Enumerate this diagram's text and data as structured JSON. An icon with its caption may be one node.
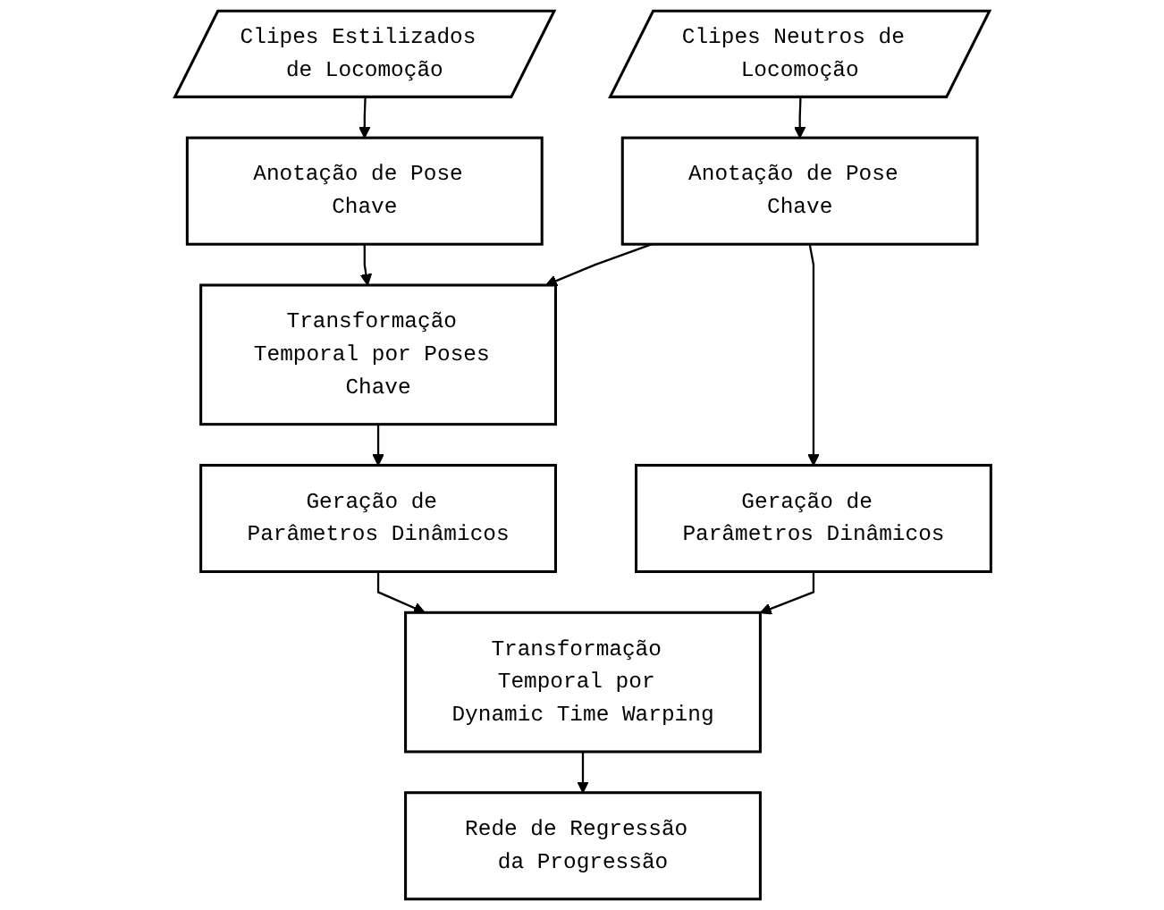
{
  "diagram": {
    "nodes": [
      {
        "text": [
          "Clipes Estilizados de Locomoção"
        ]
      },
      {
        "text": [
          "Clipes Neutros de Locomoção"
        ]
      },
      {
        "text": [
          "Anotação de Pose Chave"
        ]
      },
      {
        "text": [
          "Anotação de Pose Chave"
        ]
      },
      {
        "text": [
          "Transformação Temporal por Poses Chave"
        ]
      },
      {
        "text": [
          "Geração de Parâmetros Dinâmicos"
        ]
      },
      {
        "text": [
          "Geração de Parâmetros Dinâmicos"
        ]
      },
      {
        "text": [
          "Transformação Temporal por Dynamic Time Warping"
        ]
      },
      {
        "text": [
          "Rede de Regressão da Progressão"
        ]
      }
    ],
    "edges": [
      {
        "from": 0,
        "to": 2,
        "arrow": "to"
      },
      {
        "from": 1,
        "to": 3,
        "arrow": "to"
      },
      {
        "from": 2,
        "to": 4,
        "arrow": "to"
      },
      {
        "from": 3,
        "to": 4,
        "arrow": "to"
      },
      {
        "from": 4,
        "to": 5,
        "arrow": "to"
      },
      {
        "from": 3,
        "to": 6,
        "arrow": "to"
      },
      {
        "from": 5,
        "to": 7,
        "arrow": "to"
      },
      {
        "from": 6,
        "to": 7,
        "arrow": "to"
      },
      {
        "from": 7,
        "to": 8,
        "arrow": "to"
      }
    ]
  }
}
